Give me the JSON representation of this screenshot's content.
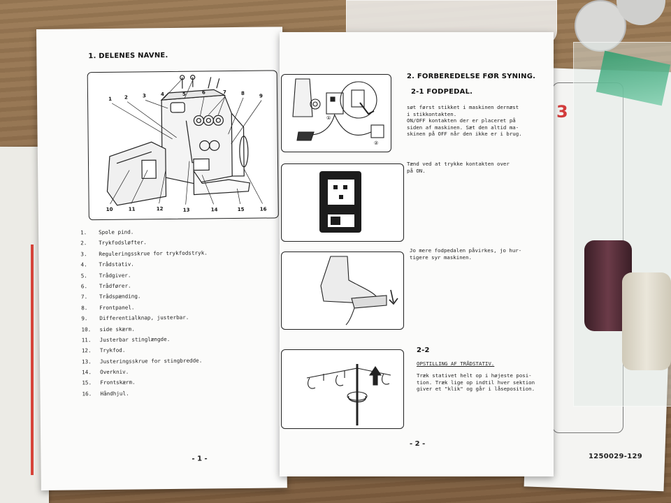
{
  "left_page": {
    "title": "1. DELENES NAVNE.",
    "callouts_top": [
      "1",
      "2",
      "3",
      "4",
      "5",
      "6",
      "7",
      "8",
      "9"
    ],
    "callouts_bottom": [
      "10",
      "11",
      "12",
      "13",
      "14",
      "15",
      "16"
    ],
    "parts": [
      {
        "num": "1.",
        "label": "Spole pind."
      },
      {
        "num": "2.",
        "label": "Trykfodsløfter."
      },
      {
        "num": "3.",
        "label": "Reguleringsskrue for trykfodstryk."
      },
      {
        "num": "4.",
        "label": "Trådstativ."
      },
      {
        "num": "5.",
        "label": "Trådgiver."
      },
      {
        "num": "6.",
        "label": "Trådfører."
      },
      {
        "num": "7.",
        "label": "Trådspænding."
      },
      {
        "num": "8.",
        "label": "Frontpanel."
      },
      {
        "num": "9.",
        "label": "Differentialknap, justerbar."
      },
      {
        "num": "10.",
        "label": "side skærm."
      },
      {
        "num": "11.",
        "label": "Justerbar stinglængde."
      },
      {
        "num": "12.",
        "label": "Trykfod."
      },
      {
        "num": "13.",
        "label": "Justeringsskrue for stingbredde."
      },
      {
        "num": "14.",
        "label": "Overkniv."
      },
      {
        "num": "15.",
        "label": "Frontskærm."
      },
      {
        "num": "16.",
        "label": "Håndhjul."
      }
    ],
    "page_number": "- 1 -"
  },
  "right_page": {
    "title": "2. FORBEREDELSE FØR SYNING.",
    "sub_title": "2-1 FODPEDAL.",
    "para1": "søt først stikket i maskinen dernæst\ni stikkontakten.\nON/OFF kontakten der er placeret på\nsiden af maskinen. Sæt den altid ma-\nskinen på OFF når den ikke er i brug.",
    "para2": "Tænd ved at trykke kontakten over\npå ON.",
    "para3": "Jo mere fodpedalen påvirkes, jo hur-\ntigere syr maskinen.",
    "section_22": "2-2",
    "section_22_title": "OPSTILLING AF TRÅDSTATIV.",
    "para4": "Træk stativet helt op i højeste posi-\ntion. Træk lige op indtil hver sektion\ngiver et \"klik\" og går i låseposition.",
    "diagram_labels": [
      "①",
      "②"
    ],
    "page_number": "- 2 -"
  },
  "background_sheet": {
    "big_number": "3",
    "catalog_number": "1250029-129"
  }
}
